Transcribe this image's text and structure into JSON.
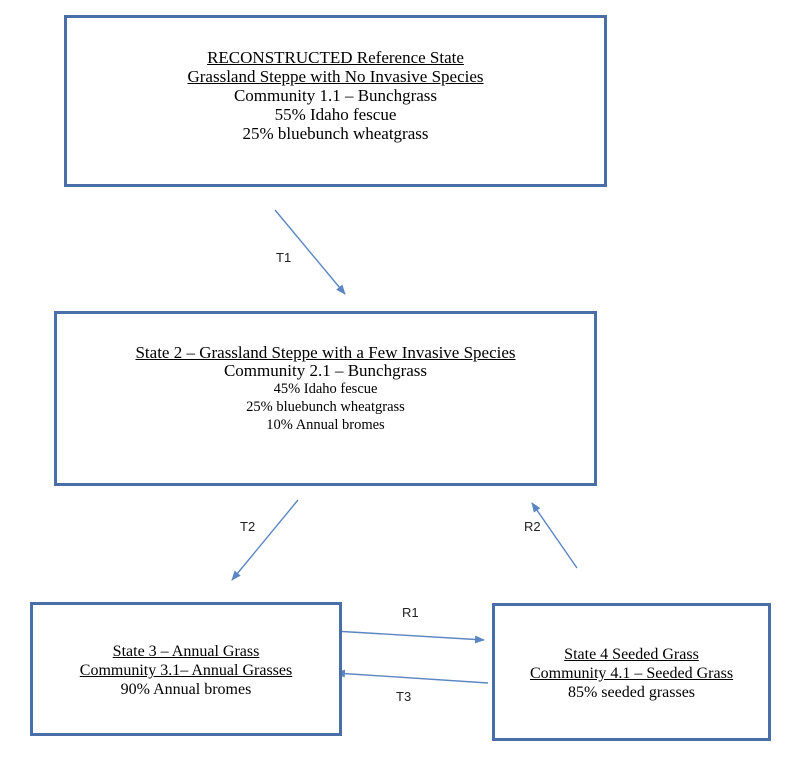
{
  "states": [
    {
      "lines": [
        "RECONSTRUCTED Reference State",
        "Grassland Steppe with No Invasive Species",
        "Community 1.1 – Bunchgrass",
        "55% Idaho fescue",
        "25% bluebunch wheatgrass"
      ]
    },
    {
      "lines": [
        "State 2 – Grassland Steppe with a Few Invasive Species",
        "Community 2.1 – Bunchgrass",
        "45% Idaho fescue",
        "25% bluebunch wheatgrass",
        "10% Annual bromes"
      ]
    },
    {
      "lines": [
        "State 3 – Annual Grass",
        "Community 3.1– Annual Grasses",
        "90% Annual bromes"
      ]
    },
    {
      "lines": [
        "State 4 Seeded Grass",
        "Community 4.1 – Seeded Grass",
        "85% seeded grasses"
      ]
    }
  ],
  "transitions": [
    {
      "label": "T1",
      "from": "states.0",
      "to": "states.1"
    },
    {
      "label": "T2",
      "from": "states.1",
      "to": "states.2"
    },
    {
      "label": "R2",
      "from": "states.3",
      "to": "states.1"
    },
    {
      "label": "R1",
      "from": "states.2",
      "to": "states.3"
    },
    {
      "label": "T3",
      "from": "states.3",
      "to": "states.2"
    }
  ],
  "colors": {
    "box_border": "#4a6ea8",
    "arrow": "#5b86c2"
  }
}
